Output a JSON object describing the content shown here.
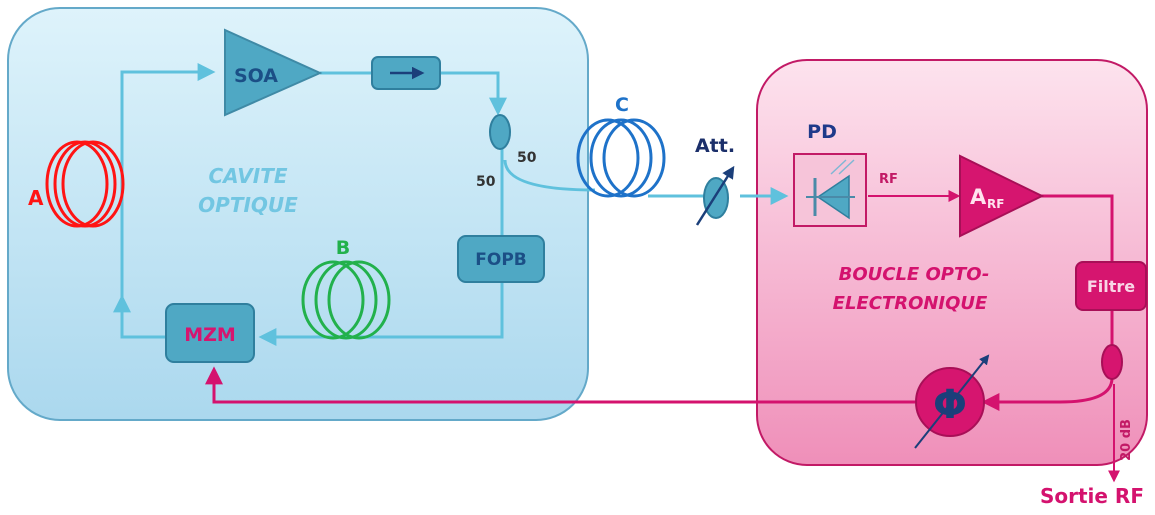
{
  "optical_cavity": {
    "title_line1": "CAVITE",
    "title_line2": "OPTIQUE",
    "soa_label": "SOA",
    "isolator_symbol": "→",
    "coupler_ratio_top": "50",
    "coupler_ratio_bottom": "50",
    "fopb_label": "FOPB",
    "mzm_label": "MZM",
    "fiber_a_label": "A",
    "fiber_b_label": "B"
  },
  "link": {
    "fiber_c_label": "C",
    "attenuator_label": "Att."
  },
  "optoelectronic_loop": {
    "title_line1": "BOUCLE OPTO-",
    "title_line2": "ELECTRONIQUE",
    "pd_label": "PD",
    "rf_label": "RF",
    "amp_label_main": "A",
    "amp_label_sub": "RF",
    "filter_label": "Filtre",
    "phase_shifter_symbol": "Φ",
    "coupler_label": "20 dB",
    "output_label": "Sortie RF"
  },
  "colors": {
    "optical_path": "#5fc1dd",
    "optical_box_fill": "#4fa8c4",
    "optical_text": "#1b4f86",
    "cavity_title": "#72c6e2",
    "rf_path": "#d4126e",
    "rf_box_fill": "#d6156f",
    "loop_title": "#d4126e",
    "fiber_a": "#ff1414",
    "fiber_b": "#22b14c",
    "fiber_c": "#1e72c9",
    "pd_text": "#1f3a8a"
  }
}
